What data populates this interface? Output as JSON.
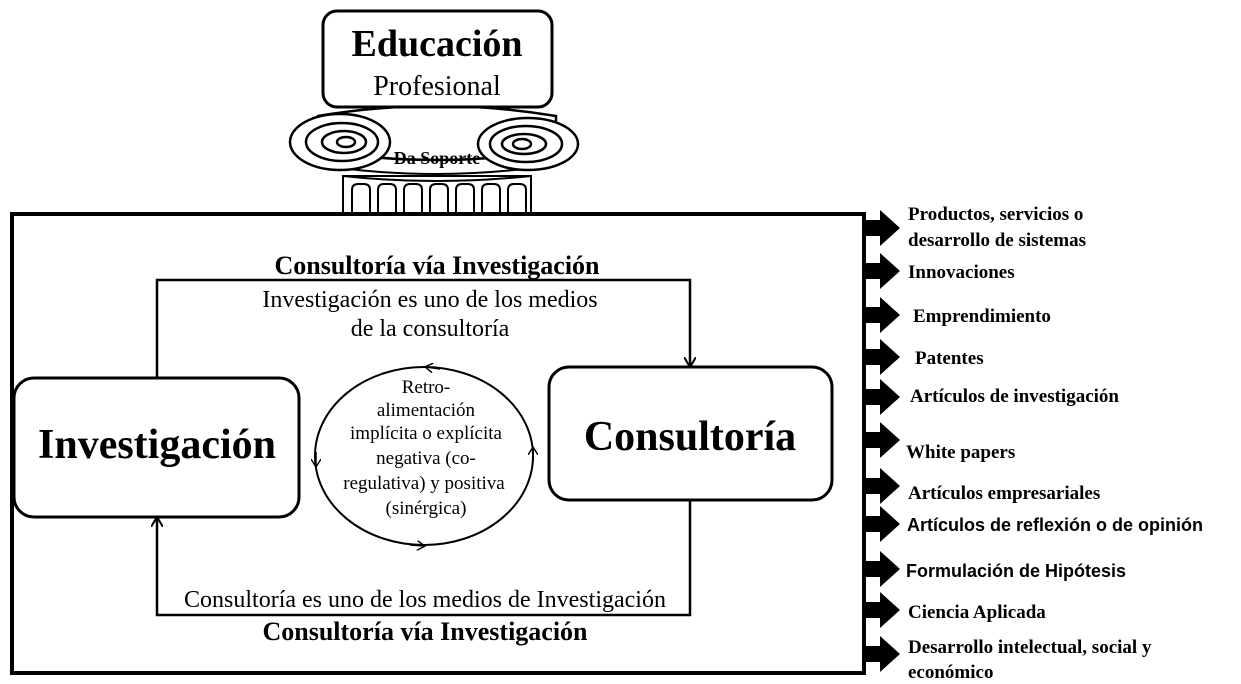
{
  "pillar": {
    "title": "Educación",
    "subtitle": "Profesional",
    "support_label": "Da Soporte"
  },
  "loop": {
    "top_title": "Consultoría vía Investigación",
    "top_caption_line1": "Investigación es uno de los medios",
    "top_caption_line2": "de la consultoría",
    "bottom_caption": "Consultoría es uno de los medios de Investigación",
    "bottom_title": "Consultoría vía Investigación"
  },
  "nodes": {
    "investigacion": "Investigación",
    "consultoria": "Consultoría"
  },
  "feedback": {
    "lines": [
      "Retro-",
      "alimentación",
      "implícita o explícita",
      "negativa (co-",
      "regulativa) y positiva",
      "(sinérgica)"
    ]
  },
  "outputs": [
    {
      "lines": [
        "Productos, servicios o",
        "desarrollo de sistemas"
      ]
    },
    {
      "lines": [
        "Innovaciones"
      ]
    },
    {
      "lines": [
        "Emprendimiento"
      ]
    },
    {
      "lines": [
        "Patentes"
      ]
    },
    {
      "lines": [
        "Artículos de investigación"
      ]
    },
    {
      "lines": [
        "White papers"
      ]
    },
    {
      "lines": [
        "Artículos empresariales"
      ]
    },
    {
      "lines": [
        "Artículos de reflexión o de opinión"
      ]
    },
    {
      "lines": [
        "Formulación de Hipótesis"
      ]
    },
    {
      "lines": [
        "Ciencia Aplicada"
      ]
    },
    {
      "lines": [
        "Desarrollo intelectual, social y",
        "económico"
      ]
    }
  ]
}
